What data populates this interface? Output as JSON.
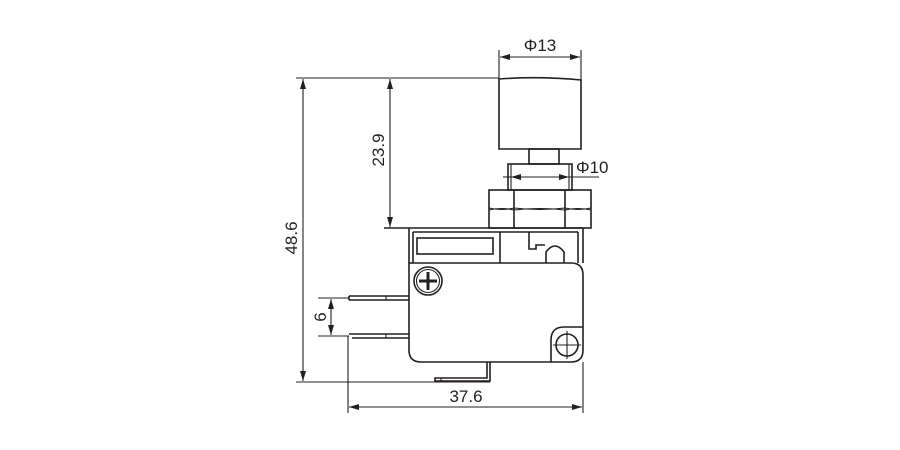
{
  "drawing": {
    "title": "Micro switch with push button dimensional drawing",
    "dimensions": {
      "cap_diameter": "Φ13",
      "bushing_diameter": "Φ10",
      "button_height": "23.9",
      "overall_height": "48.6",
      "terminal_pitch": "6",
      "overall_width": "37.6"
    },
    "line_color": "#231f20"
  }
}
